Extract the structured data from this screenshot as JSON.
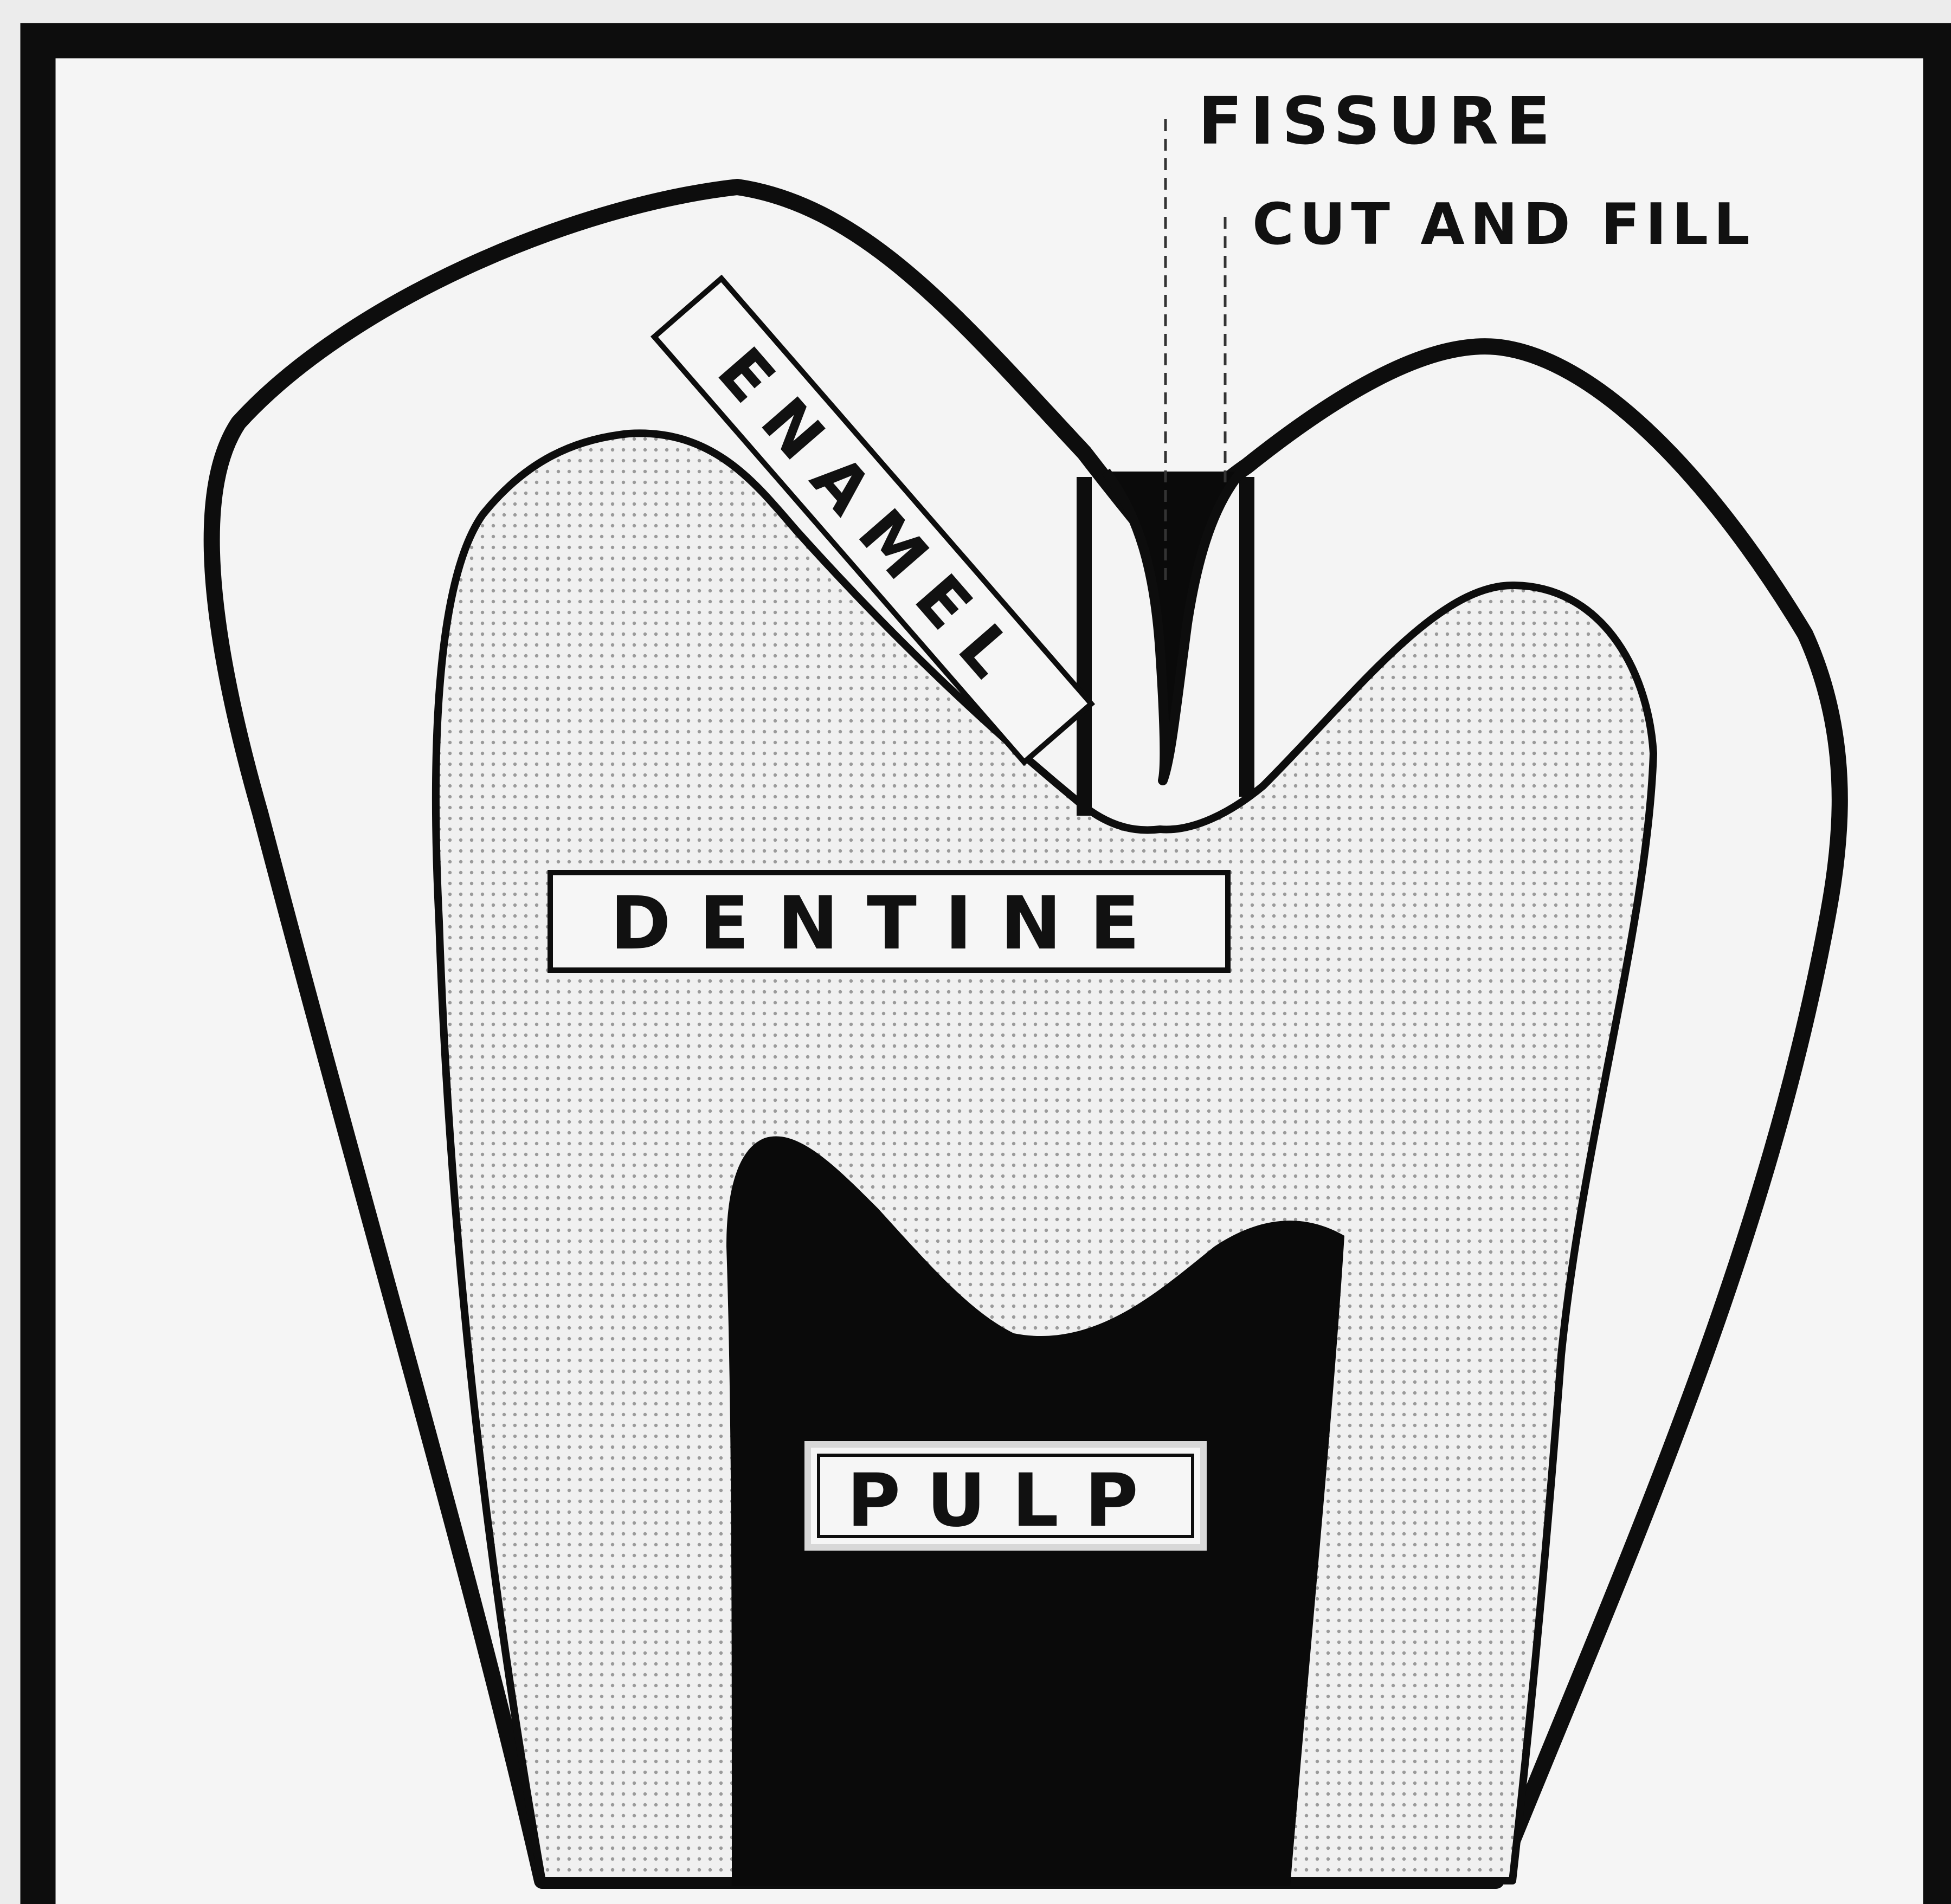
{
  "labels": {
    "fissure": "FISSURE",
    "cut_and_fill": "CUT AND FILL",
    "enamel": "ENAMEL",
    "dentine": "DENTINE",
    "pulp": "PULP"
  },
  "colors": {
    "background": "#ececec",
    "frame": "#0d0d0d",
    "enamel": "#f4f4f4",
    "dentine_dot": "#9a9a9a",
    "dentine_base": "#f0f0f0",
    "pulp": "#0a0a0a",
    "label_box": "#f6f6f6"
  }
}
